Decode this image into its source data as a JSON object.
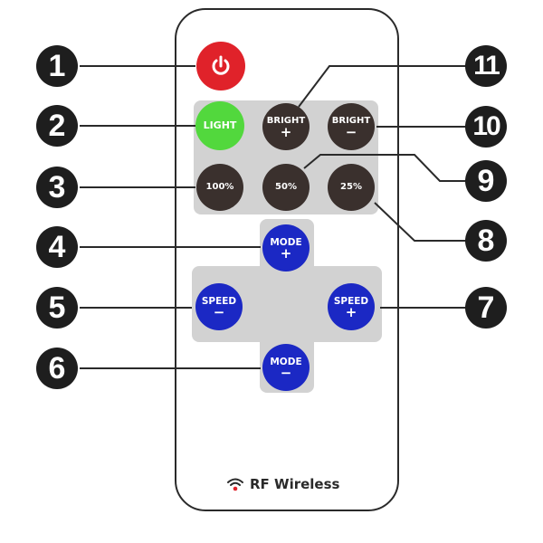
{
  "buttons": {
    "power": {
      "icon": "power-icon"
    },
    "light": {
      "label": "LIGHT"
    },
    "bright_up": {
      "label": "BRIGHT",
      "sign": "+"
    },
    "bright_down": {
      "label": "BRIGHT",
      "sign": "−"
    },
    "b100": {
      "label": "100%"
    },
    "b50": {
      "label": "50%"
    },
    "b25": {
      "label": "25%"
    },
    "mode_up": {
      "label": "MODE",
      "sign": "+"
    },
    "mode_down": {
      "label": "MODE",
      "sign": "−"
    },
    "speed_down": {
      "label": "SPEED",
      "sign": "−"
    },
    "speed_up": {
      "label": "SPEED",
      "sign": "+"
    }
  },
  "callouts": [
    "1",
    "2",
    "3",
    "4",
    "5",
    "6",
    "7",
    "8",
    "9",
    "10",
    "11"
  ],
  "brand": {
    "text": "RF Wireless",
    "icon": "wifi-icon"
  },
  "colors": {
    "power": "#e0222a",
    "light": "#52d83d",
    "brightness": "#3a302d",
    "mode_speed": "#1b28c4",
    "panel": "#d2d2d2"
  }
}
